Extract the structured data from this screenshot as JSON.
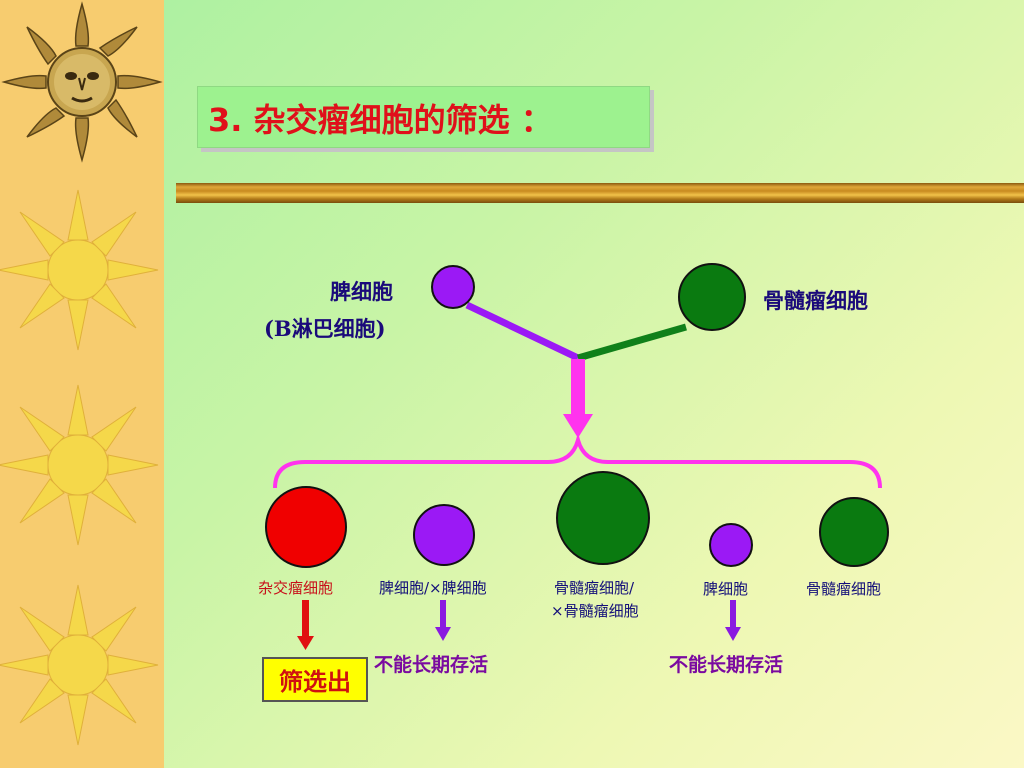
{
  "title": "3. 杂交瘤细胞的筛选 ：",
  "parents": {
    "spleen": {
      "label_line1": "脾细胞",
      "label_line2": "(B淋巴细胞)"
    },
    "myeloma": {
      "label": "骨髓瘤细胞"
    }
  },
  "products": [
    {
      "label_line1": "杂交瘤细胞",
      "label_line2": ""
    },
    {
      "label_line1": "脾细胞/×脾细胞",
      "label_line2": ""
    },
    {
      "label_line1": "骨髓瘤细胞/",
      "label_line2": "×骨髓瘤细胞"
    },
    {
      "label_line1": "脾细胞",
      "label_line2": ""
    },
    {
      "label_line1": "骨髓瘤细胞",
      "label_line2": ""
    }
  ],
  "results": {
    "selected": "筛选出",
    "not_survive_left": "不能长期存活",
    "not_survive_right": "不能长期存活"
  },
  "colors": {
    "spleen_cell": "#9b19f5",
    "myeloma_cell": "#0a7a10",
    "hybridoma_cell": "#f00000",
    "connector_purple": "#9b19f5",
    "connector_green": "#10801a",
    "arrow_magenta": "#ff33ee",
    "arrow_red": "#e01010",
    "arrow_purple": "#8a1ae0",
    "rule_gold": "#d9a030",
    "sidebar": "#f7cc6f"
  },
  "icons": [
    "sun-face-icon",
    "sun-icon"
  ]
}
